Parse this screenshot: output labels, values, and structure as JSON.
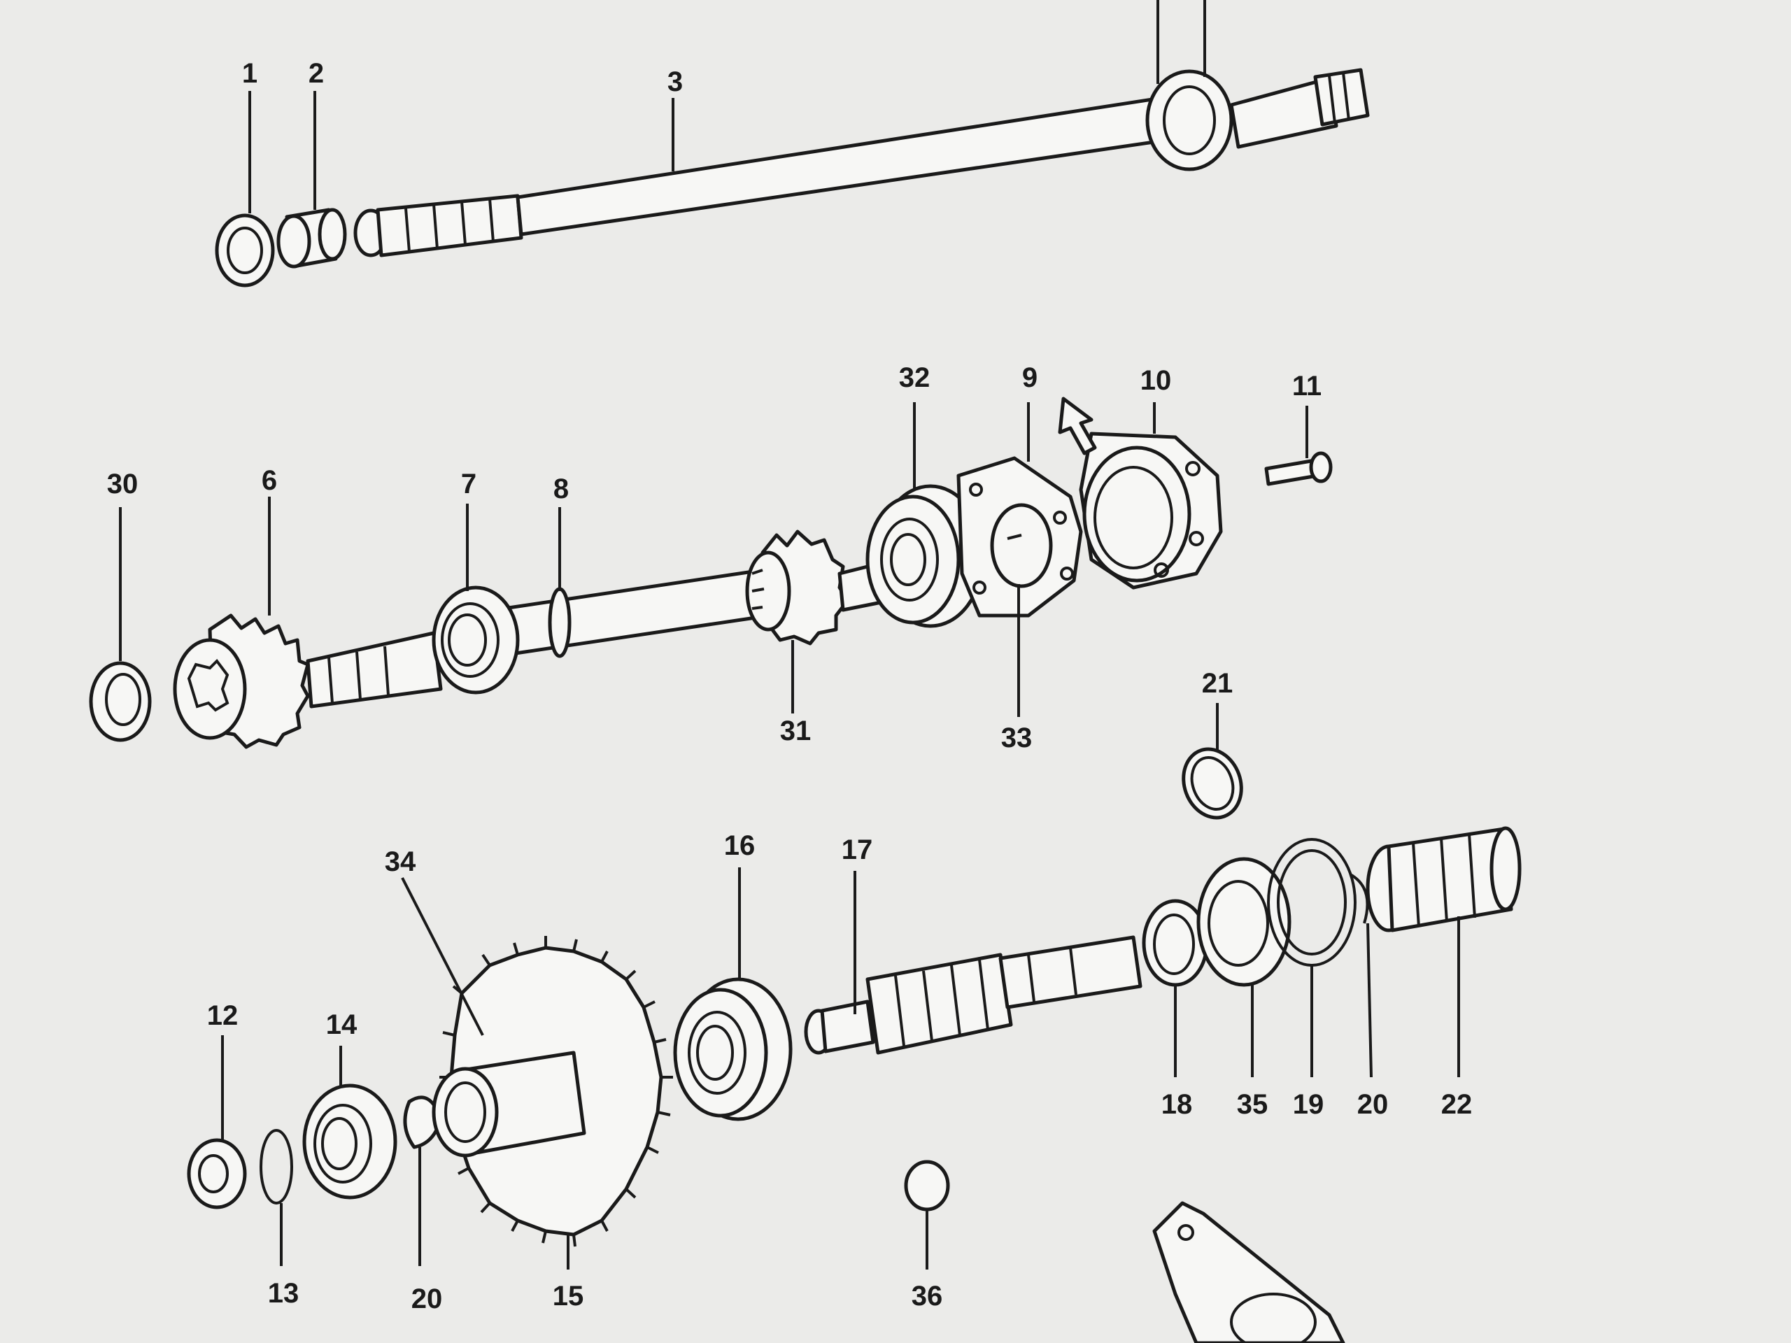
{
  "diagram": {
    "callouts": [
      {
        "id": "c1",
        "label": "1"
      },
      {
        "id": "c2",
        "label": "2"
      },
      {
        "id": "c3",
        "label": "3"
      },
      {
        "id": "c30",
        "label": "30"
      },
      {
        "id": "c6",
        "label": "6"
      },
      {
        "id": "c7",
        "label": "7"
      },
      {
        "id": "c8",
        "label": "8"
      },
      {
        "id": "c32",
        "label": "32"
      },
      {
        "id": "c9",
        "label": "9"
      },
      {
        "id": "c10",
        "label": "10"
      },
      {
        "id": "c11",
        "label": "11"
      },
      {
        "id": "c31",
        "label": "31"
      },
      {
        "id": "c33",
        "label": "33"
      },
      {
        "id": "c21",
        "label": "21"
      },
      {
        "id": "c34",
        "label": "34"
      },
      {
        "id": "c16",
        "label": "16"
      },
      {
        "id": "c17",
        "label": "17"
      },
      {
        "id": "c12",
        "label": "12"
      },
      {
        "id": "c14",
        "label": "14"
      },
      {
        "id": "c13",
        "label": "13"
      },
      {
        "id": "c20a",
        "label": "20"
      },
      {
        "id": "c15",
        "label": "15"
      },
      {
        "id": "c36",
        "label": "36"
      },
      {
        "id": "c18",
        "label": "18"
      },
      {
        "id": "c35",
        "label": "35"
      },
      {
        "id": "c19",
        "label": "19"
      },
      {
        "id": "c20b",
        "label": "20"
      },
      {
        "id": "c22",
        "label": "22"
      }
    ]
  }
}
